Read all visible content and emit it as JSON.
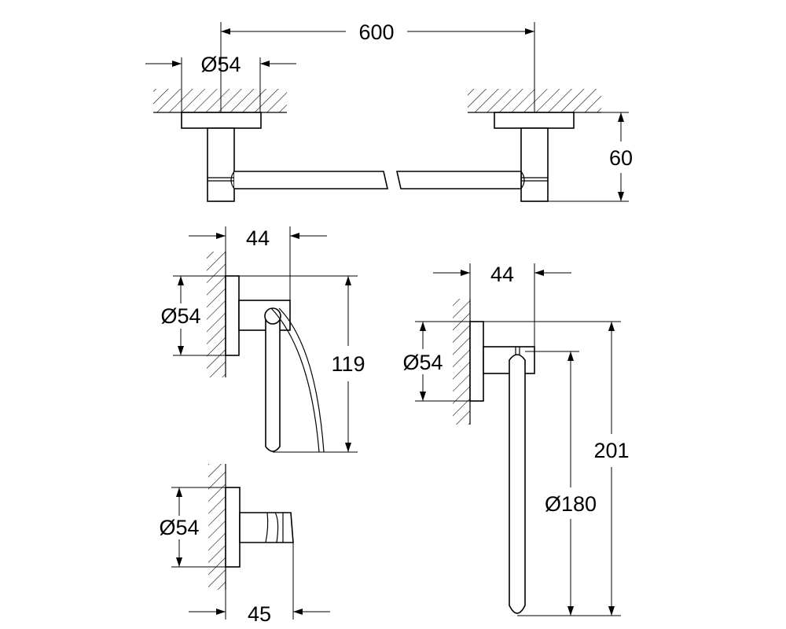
{
  "dimensions": {
    "towel_bar_length": "600",
    "towel_bar_rosette": "Ø54",
    "towel_bar_projection": "60",
    "paper_holder_projection": "44",
    "paper_holder_rosette": "Ø54",
    "paper_holder_height": "119",
    "hook_rosette": "Ø54",
    "hook_projection": "45",
    "ring_projection": "44",
    "ring_rosette": "Ø54",
    "ring_height": "201",
    "ring_diameter": "Ø180"
  }
}
